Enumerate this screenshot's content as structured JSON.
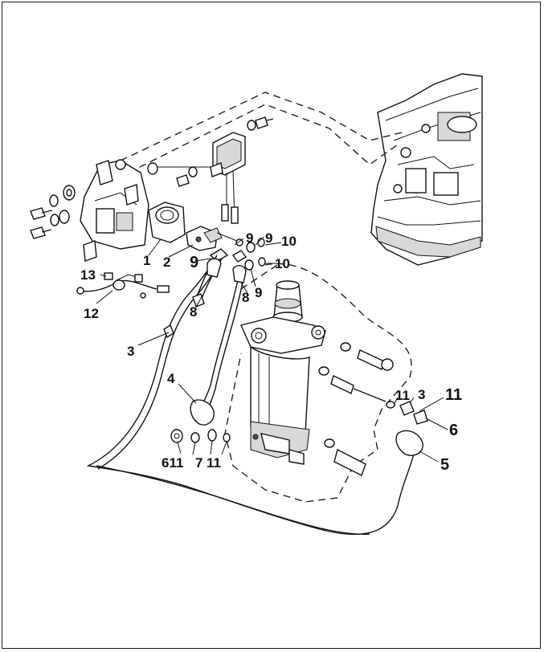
{
  "diagram": {
    "callouts": [
      {
        "id": "c1",
        "text": "1"
      },
      {
        "id": "c2",
        "text": "2"
      },
      {
        "id": "c9a",
        "text": "9"
      },
      {
        "id": "c9b",
        "text": "9"
      },
      {
        "id": "c9c",
        "text": "9"
      },
      {
        "id": "c9d",
        "text": "9"
      },
      {
        "id": "c10a",
        "text": "10"
      },
      {
        "id": "c10b",
        "text": "10"
      },
      {
        "id": "c13",
        "text": "13"
      },
      {
        "id": "c12",
        "text": "12"
      },
      {
        "id": "c8a",
        "text": "8"
      },
      {
        "id": "c8b",
        "text": "8"
      },
      {
        "id": "c3a",
        "text": "3"
      },
      {
        "id": "c4",
        "text": "4"
      },
      {
        "id": "c11a",
        "text": "11"
      },
      {
        "id": "c3b",
        "text": "3"
      },
      {
        "id": "c11b",
        "text": "11"
      },
      {
        "id": "c6b",
        "text": "6"
      },
      {
        "id": "c5",
        "text": "5"
      },
      {
        "id": "c611",
        "text": "611"
      },
      {
        "id": "c7",
        "text": "7"
      },
      {
        "id": "c11c",
        "text": "11"
      }
    ]
  }
}
